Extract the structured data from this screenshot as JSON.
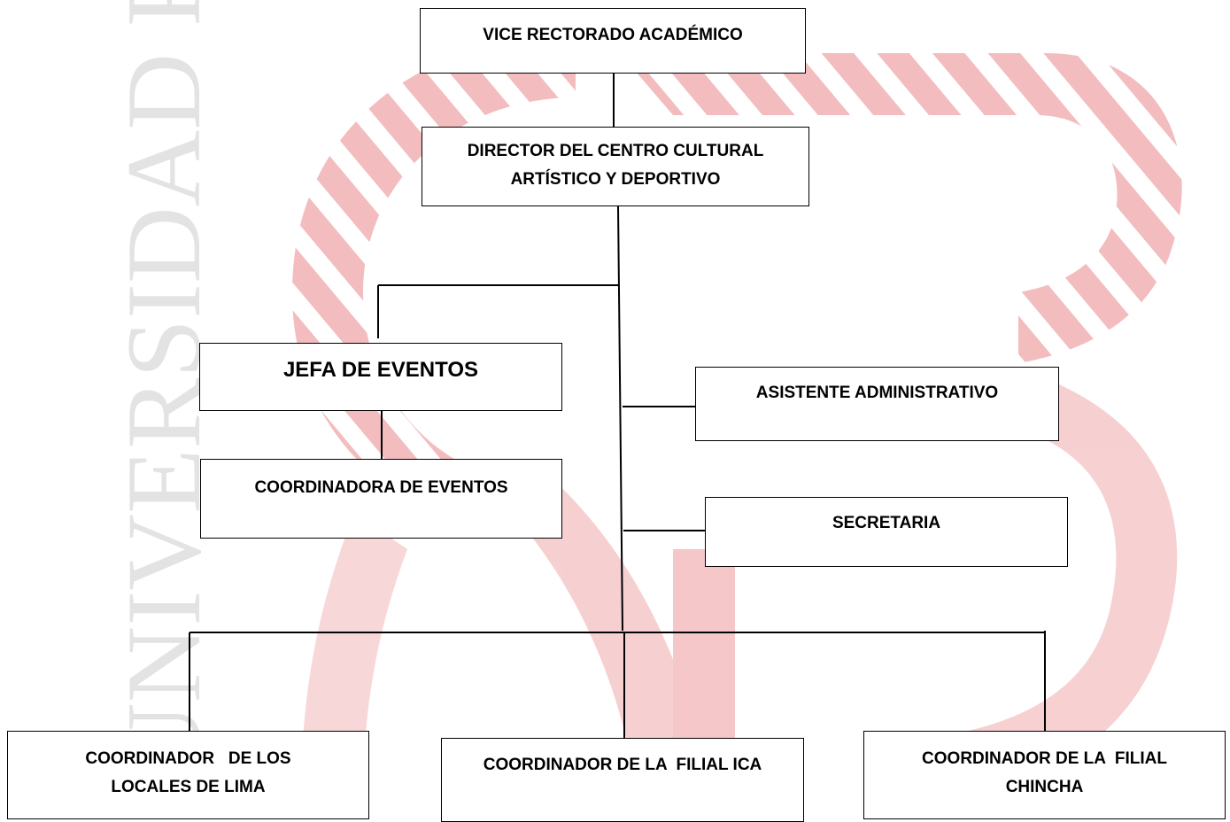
{
  "watermark": {
    "vertical_text": "UNIVERSIDAD PRIVADA",
    "logo_color": "#e8202a"
  },
  "diagram": {
    "vice_rectorado": "VICE RECTORADO ACADÉMICO",
    "director": "DIRECTOR DEL CENTRO CULTURAL ARTÍSTICO Y DEPORTIVO",
    "jefa_eventos": "JEFA DE EVENTOS",
    "coordinadora_eventos": "COORDINADORA DE EVENTOS",
    "asistente": "ASISTENTE ADMINISTRATIVO",
    "secretaria": "SECRETARIA",
    "coord_lima": "COORDINADOR   DE LOS LOCALES DE LIMA",
    "coord_ica": "COORDINADOR DE LA  FILIAL ICA",
    "coord_chincha": "COORDINADOR DE LA  FILIAL CHINCHA"
  }
}
